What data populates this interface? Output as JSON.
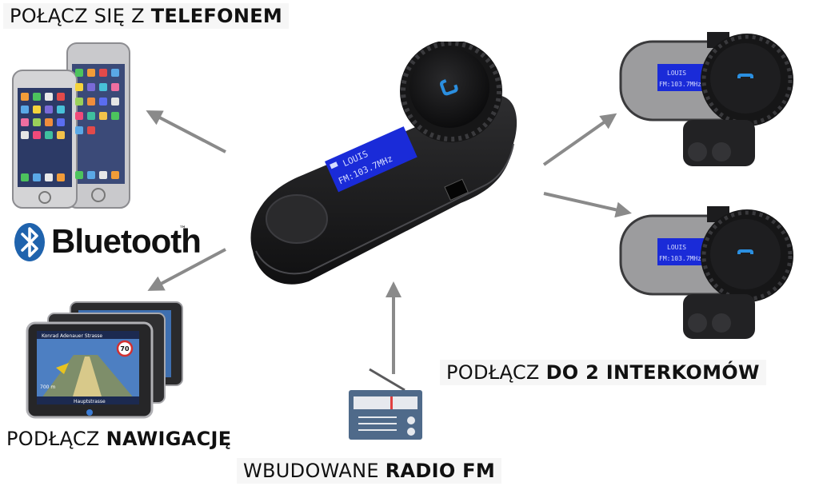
{
  "captions": {
    "phone": {
      "normal": "POŁĄCZ SIĘ Z ",
      "bold": "TELEFONEM"
    },
    "navigation": {
      "normal": "PODŁĄCZ ",
      "bold": "NAWIGACJĘ"
    },
    "radio": {
      "normal": "WBUDOWANE ",
      "bold": "RADIO FM"
    },
    "intercoms": {
      "normal": "PODŁĄCZ ",
      "bold": "DO 2 INTERKOMÓW"
    }
  },
  "bluetooth_logo": "Bluetooth",
  "device": {
    "display_line1": "LOUIS",
    "display_line2": "FM:103.7MHz"
  },
  "small_device": {
    "display_line1": "LOUIS",
    "display_line2": "FM:103.7MHz"
  },
  "gps": {
    "street": "Konrad Adenauer Strasse",
    "speed_limit": "70",
    "distance": "700 m",
    "destination": "Hauptstrasse"
  },
  "colors": {
    "arrow": "#8a8a8a",
    "device_body": "#1d1d1d",
    "display": "#1a2bd8",
    "phone_icon": "#2b8fe0",
    "bluetooth_blue": "#1f63ad",
    "radio_body": "#4f6a8a"
  }
}
